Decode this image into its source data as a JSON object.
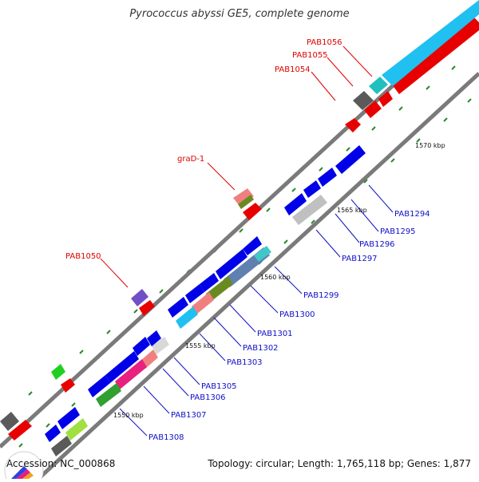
{
  "title": "Pyrococcus abyssi GE5, complete genome",
  "footer": {
    "accession": "Accession: NC_000868",
    "summary": "Topology: circular; Length: 1,765,118 bp; Genes: 1,877"
  },
  "scale_labels": [
    "1550 kbp",
    "1555 kbp",
    "1560 kbp",
    "1565 kbp",
    "1570 kbp"
  ],
  "gene_labels_upper": [
    "PAB1056",
    "PAB1055",
    "PAB1054",
    "graD-1",
    "PAB1050"
  ],
  "gene_labels_lower": [
    "PAB1294",
    "PAB1295",
    "PAB1296",
    "PAB1297",
    "PAB1299",
    "PAB1300",
    "PAB1301",
    "PAB1302",
    "PAB1303",
    "PAB1305",
    "PAB1306",
    "PAB1307",
    "PAB1308"
  ],
  "colors": {
    "forward_gene": "#e00000",
    "reverse_gene": "#0000e0",
    "backbone": "#808080",
    "tick": "#2a8a2a"
  }
}
